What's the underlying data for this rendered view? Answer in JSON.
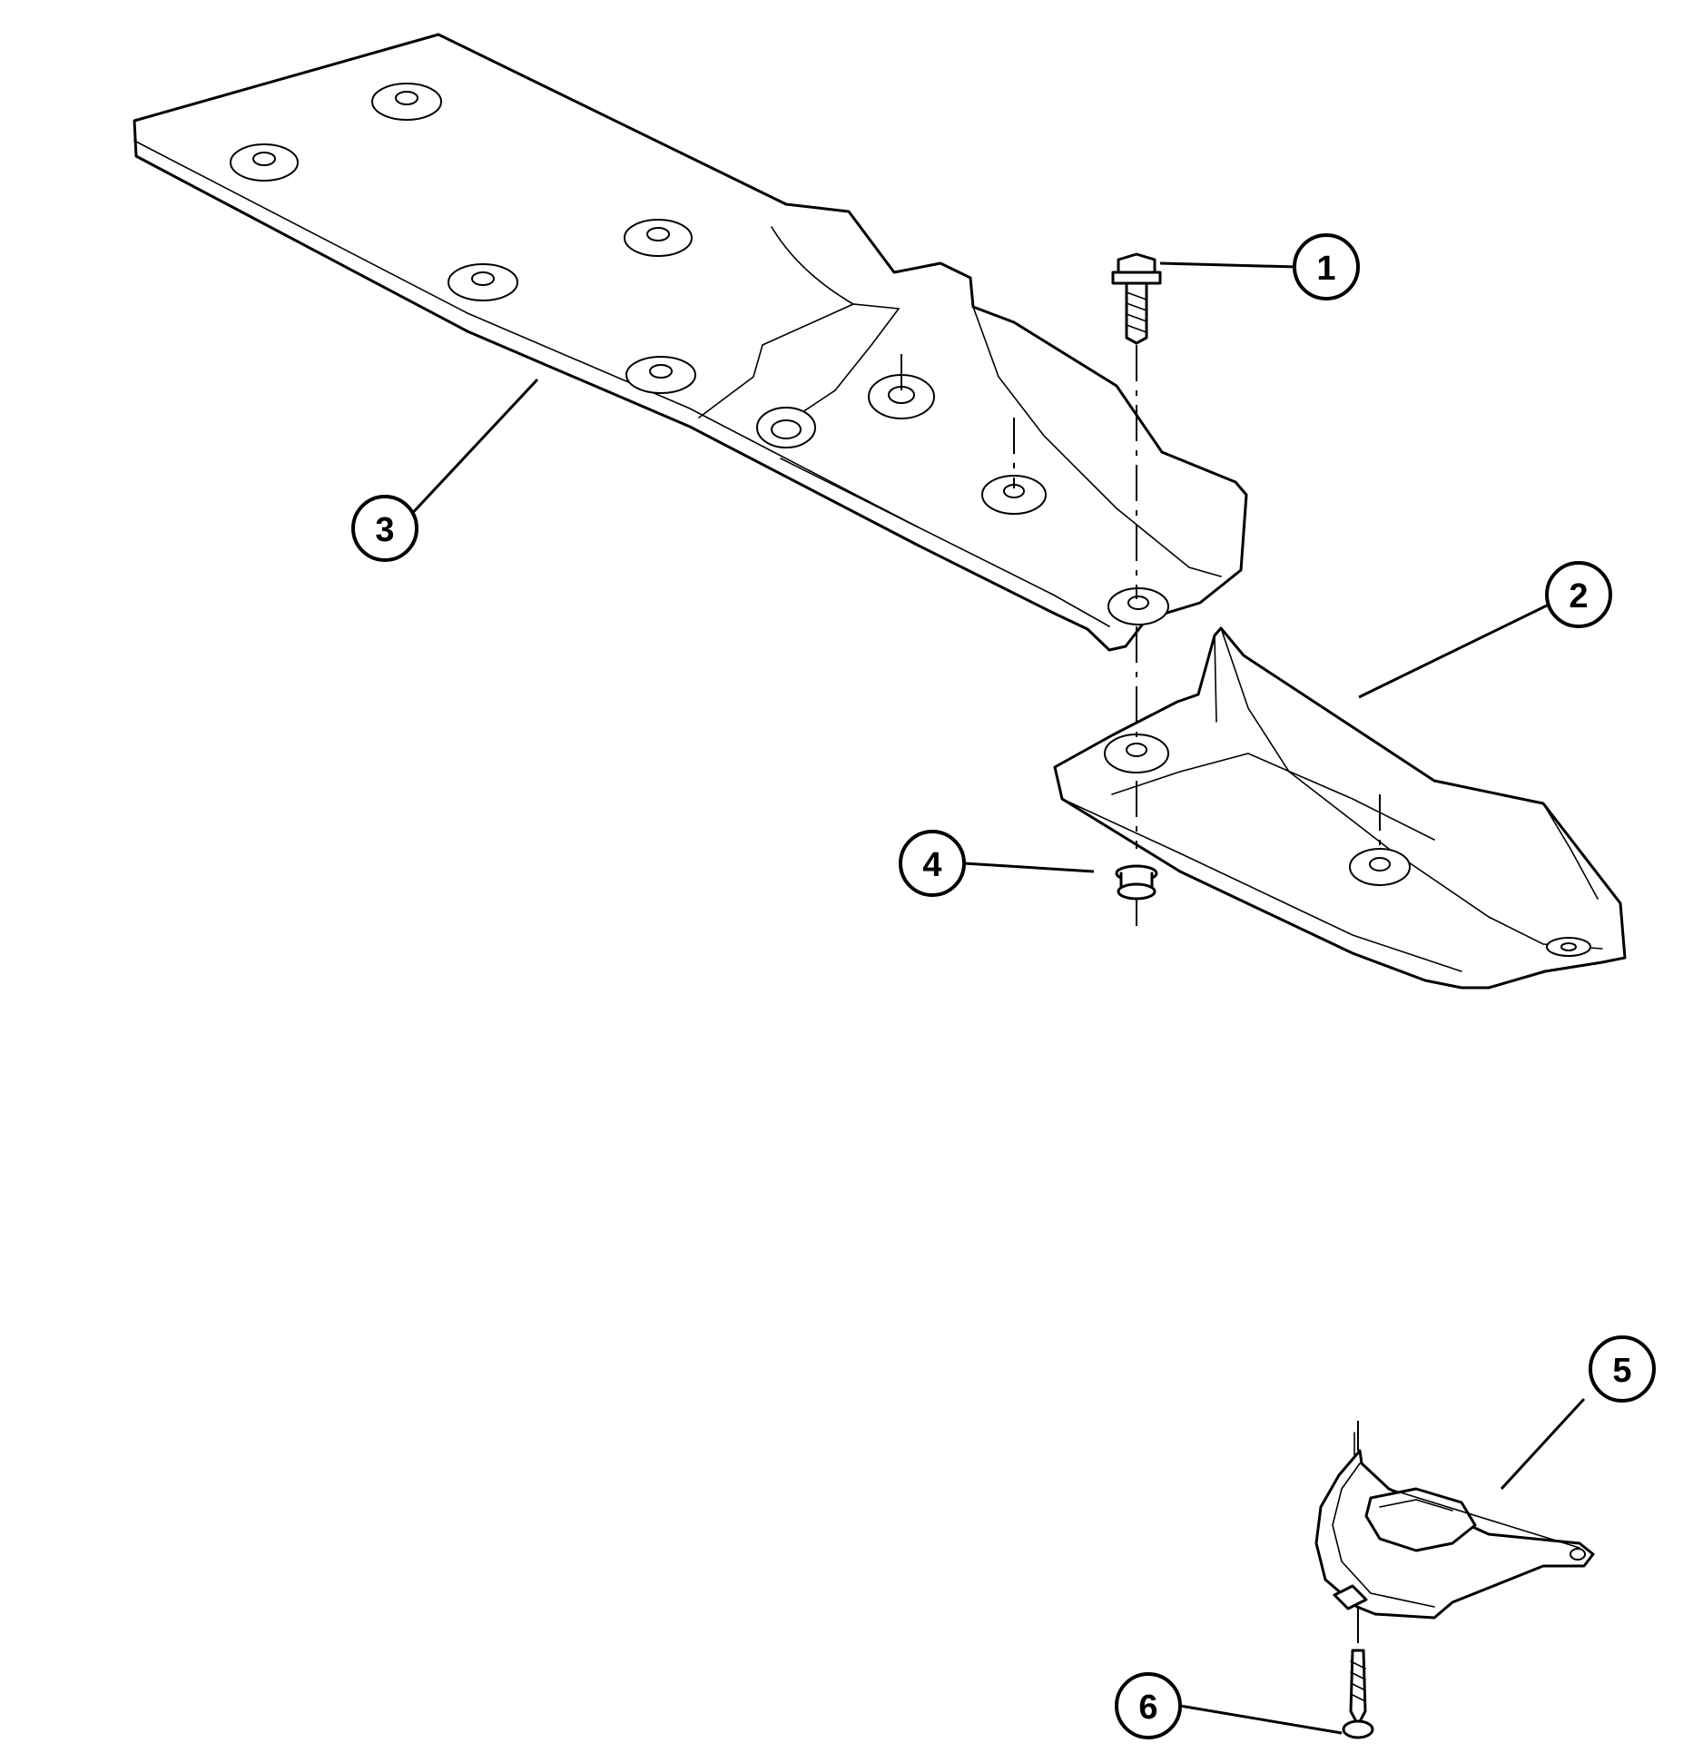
{
  "callouts": [
    {
      "id": "1",
      "label": "1",
      "part": "bolt"
    },
    {
      "id": "2",
      "label": "2",
      "part": "front-heat-shield"
    },
    {
      "id": "3",
      "label": "3",
      "part": "rear-heat-shield"
    },
    {
      "id": "4",
      "label": "4",
      "part": "nut"
    },
    {
      "id": "5",
      "label": "5",
      "part": "bracket-shield"
    },
    {
      "id": "6",
      "label": "6",
      "part": "screw"
    }
  ]
}
